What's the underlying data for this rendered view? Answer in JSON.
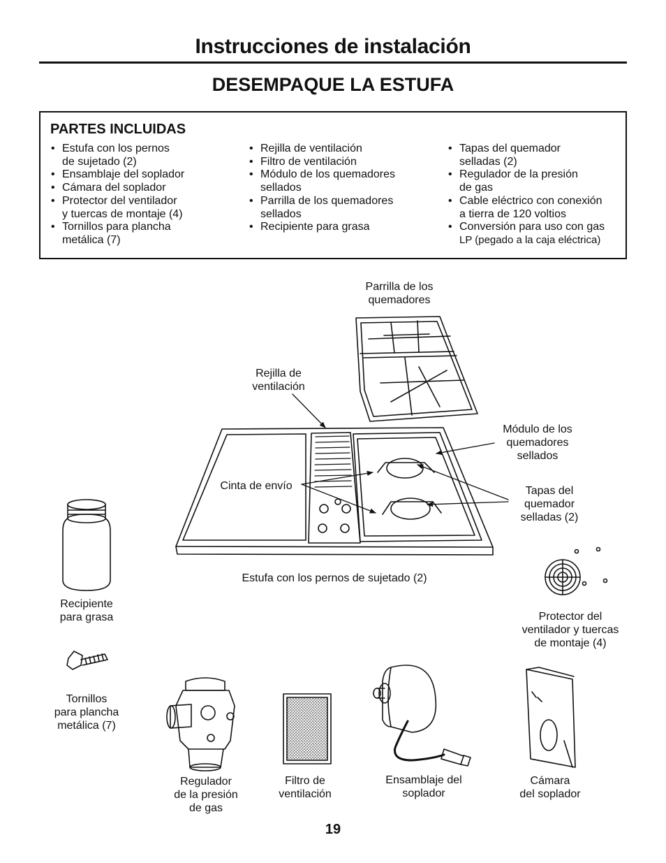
{
  "header": {
    "title": "Instrucciones de instalación",
    "section_title": "DESEMPAQUE LA ESTUFA"
  },
  "parts_box": {
    "title": "PARTES INCLUIDAS",
    "columns": [
      {
        "items": [
          {
            "lines": [
              "Estufa con los pernos",
              "de sujetado (2)"
            ]
          },
          {
            "lines": [
              "Ensamblaje del soplador"
            ]
          },
          {
            "lines": [
              "Cámara del soplador"
            ]
          },
          {
            "lines": [
              "Protector del ventilador",
              "y tuercas de montaje (4)"
            ]
          },
          {
            "lines": [
              "Tornillos para plancha",
              "metálica (7)"
            ]
          }
        ]
      },
      {
        "items": [
          {
            "lines": [
              "Rejilla de ventilación"
            ]
          },
          {
            "lines": [
              "Filtro de ventilación"
            ]
          },
          {
            "lines": [
              "Módulo de los quemadores",
              "sellados"
            ]
          },
          {
            "lines": [
              "Parrilla de los quemadores",
              "sellados"
            ]
          },
          {
            "lines": [
              "Recipiente para grasa"
            ]
          }
        ]
      },
      {
        "items": [
          {
            "lines": [
              "Tapas del quemador",
              "selladas (2)"
            ]
          },
          {
            "lines": [
              "Regulador de la presión",
              "de gas"
            ]
          },
          {
            "lines": [
              "Cable eléctrico con conexión",
              "a tierra de 120 voltios"
            ]
          },
          {
            "lines": [
              "Conversión para uso con gas",
              "LP (pegado a la caja eléctrica)"
            ]
          }
        ]
      }
    ]
  },
  "figure_labels": {
    "parrilla": [
      "Parrilla de los",
      "quemadores"
    ],
    "rejilla": [
      "Rejilla de",
      "ventilación"
    ],
    "modulo": [
      "Módulo de los",
      "quemadores",
      "sellados"
    ],
    "cinta": [
      "Cinta de envío"
    ],
    "tapas": [
      "Tapas del",
      "quemador",
      "selladas (2)"
    ],
    "estufa": [
      "Estufa con los pernos de sujetado (2)"
    ],
    "recipiente": [
      "Recipiente",
      "para grasa"
    ],
    "protector": [
      "Protector del",
      "ventilador y tuercas",
      "de montaje (4)"
    ],
    "tornillos": [
      "Tornillos",
      "para plancha",
      "metálica (7)"
    ],
    "regulador": [
      "Regulador",
      "de la presión",
      "de gas"
    ],
    "filtro": [
      "Filtro de",
      "ventilación"
    ],
    "ensamblaje": [
      "Ensamblaje del",
      "soplador"
    ],
    "camara": [
      "Cámara",
      "del soplador"
    ]
  },
  "page_number": "19"
}
